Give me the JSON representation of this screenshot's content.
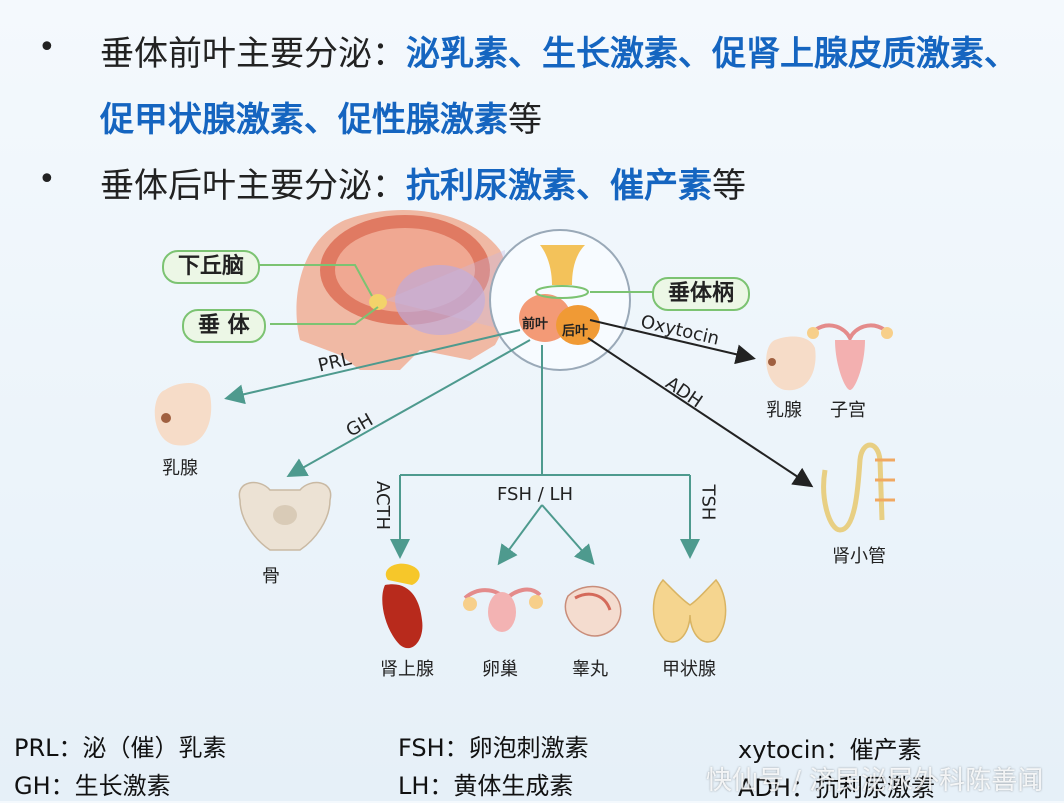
{
  "bullets": [
    {
      "prefix": "垂体前叶主要分泌：",
      "highlight_1": "泌乳素、生长激素、促肾上腺皮质激素、",
      "highlight_2": "促甲状腺激素、促性腺激素",
      "suffix": "等"
    },
    {
      "prefix": "垂体后叶主要分泌：",
      "highlight": "抗利尿激素、催产素",
      "suffix": "等"
    }
  ],
  "callouts": {
    "hypothalamus": "下丘脑",
    "pituitary": "垂 体",
    "stalk": "垂体柄",
    "anterior": "前叶",
    "posterior": "后叶"
  },
  "arrows": {
    "prl": "PRL",
    "gh": "GH",
    "acth": "ACTH",
    "fsh_lh": "FSH / LH",
    "tsh": "TSH",
    "oxytocin": "Oxytocin",
    "adh": "ADH"
  },
  "targets": {
    "breast_left": "乳腺",
    "bone": "骨",
    "adrenal": "肾上腺",
    "ovary": "卵巢",
    "testis": "睾丸",
    "thyroid": "甲状腺",
    "breast_right": "乳腺",
    "uterus": "子宫",
    "tubule": "肾小管"
  },
  "legend": [
    "PRL：泌（催）乳素",
    "GH：生长激素",
    "FSH：卵泡刺激素",
    "LH：黄体生成素",
    "xytocin：催产素",
    "ADH：抗利尿激素"
  ],
  "watermark": "快仙号 / 济民泌尿外科陈善闻",
  "colors": {
    "highlight": "#1565c0",
    "arrow_green": "#4e9a8e",
    "arrow_dark": "#222222",
    "callout_border": "#7cc372"
  }
}
